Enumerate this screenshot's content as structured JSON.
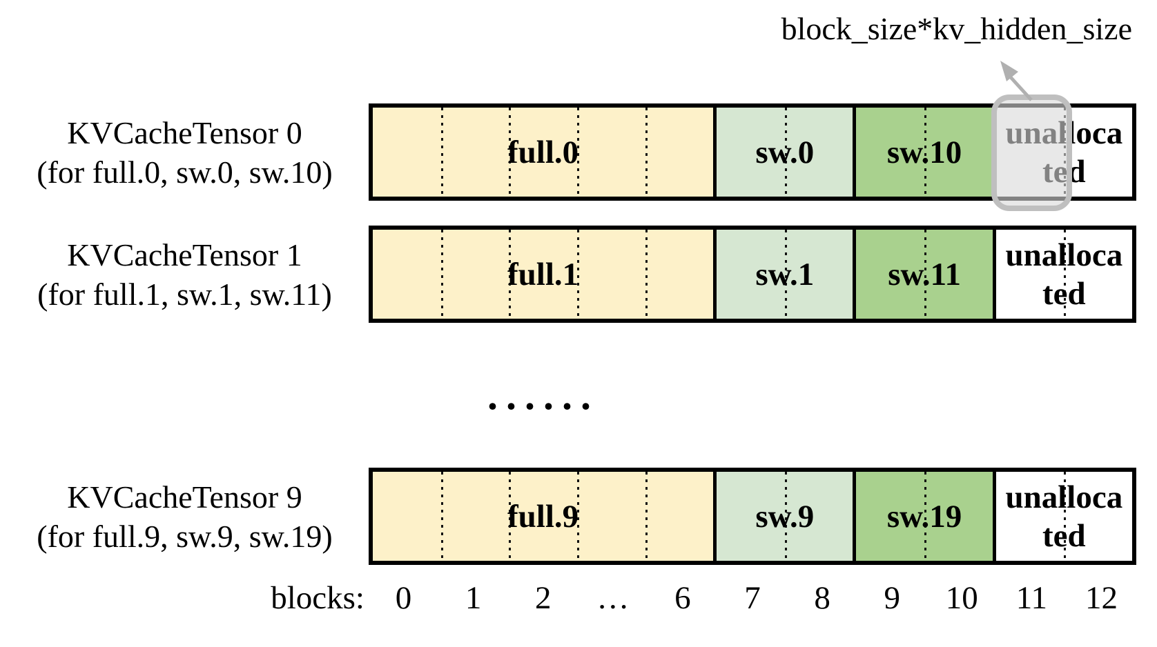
{
  "annotation": {
    "label": "block_size*kv_hidden_size"
  },
  "rows": [
    {
      "title": "KVCacheTensor 0",
      "subtitle": "(for full.0, sw.0, sw.10)",
      "segments": [
        {
          "label": "full.0",
          "type": "full-attention-layer",
          "color": "#FDF1C9"
        },
        {
          "label": "sw.0",
          "type": "sliding-window-layer",
          "color": "#D6E7D2"
        },
        {
          "label": "sw.10",
          "type": "sliding-window-layer",
          "color": "#A9D18E"
        },
        {
          "label": "unallocated",
          "lines": [
            "unalloca",
            "ted"
          ],
          "type": "unallocated",
          "color": "#FFFFFF"
        }
      ],
      "highlighted_block": "11"
    },
    {
      "title": "KVCacheTensor 1",
      "subtitle": "(for full.1, sw.1, sw.11)",
      "segments": [
        {
          "label": "full.1",
          "type": "full-attention-layer",
          "color": "#FDF1C9"
        },
        {
          "label": "sw.1",
          "type": "sliding-window-layer",
          "color": "#D6E7D2"
        },
        {
          "label": "sw.11",
          "type": "sliding-window-layer",
          "color": "#A9D18E"
        },
        {
          "label": "unallocated",
          "lines": [
            "unalloca",
            "ted"
          ],
          "type": "unallocated",
          "color": "#FFFFFF"
        }
      ]
    },
    {
      "title": "KVCacheTensor 9",
      "subtitle": "(for full.9, sw.9, sw.19)",
      "segments": [
        {
          "label": "full.9",
          "type": "full-attention-layer",
          "color": "#FDF1C9"
        },
        {
          "label": "sw.9",
          "type": "sliding-window-layer",
          "color": "#D6E7D2"
        },
        {
          "label": "sw.19",
          "type": "sliding-window-layer",
          "color": "#A9D18E"
        },
        {
          "label": "unallocated",
          "lines": [
            "unalloca",
            "ted"
          ],
          "type": "unallocated",
          "color": "#FFFFFF"
        }
      ]
    }
  ],
  "ellipsis": "......",
  "axis": {
    "label": "blocks:",
    "ticks": [
      "0",
      "1",
      "2",
      "…",
      "6",
      "7",
      "8",
      "9",
      "10",
      "11",
      "12"
    ]
  },
  "colors": {
    "full_layer": "#FDF1C9",
    "sliding_window_light": "#D6E7D2",
    "sliding_window_dark": "#A9D18E",
    "unallocated": "#FFFFFF",
    "box_border": "#000000",
    "highlight_border": "#BFBFBF",
    "highlight_fill": "#D9D9D9",
    "arrow": "#B0B0B0"
  }
}
